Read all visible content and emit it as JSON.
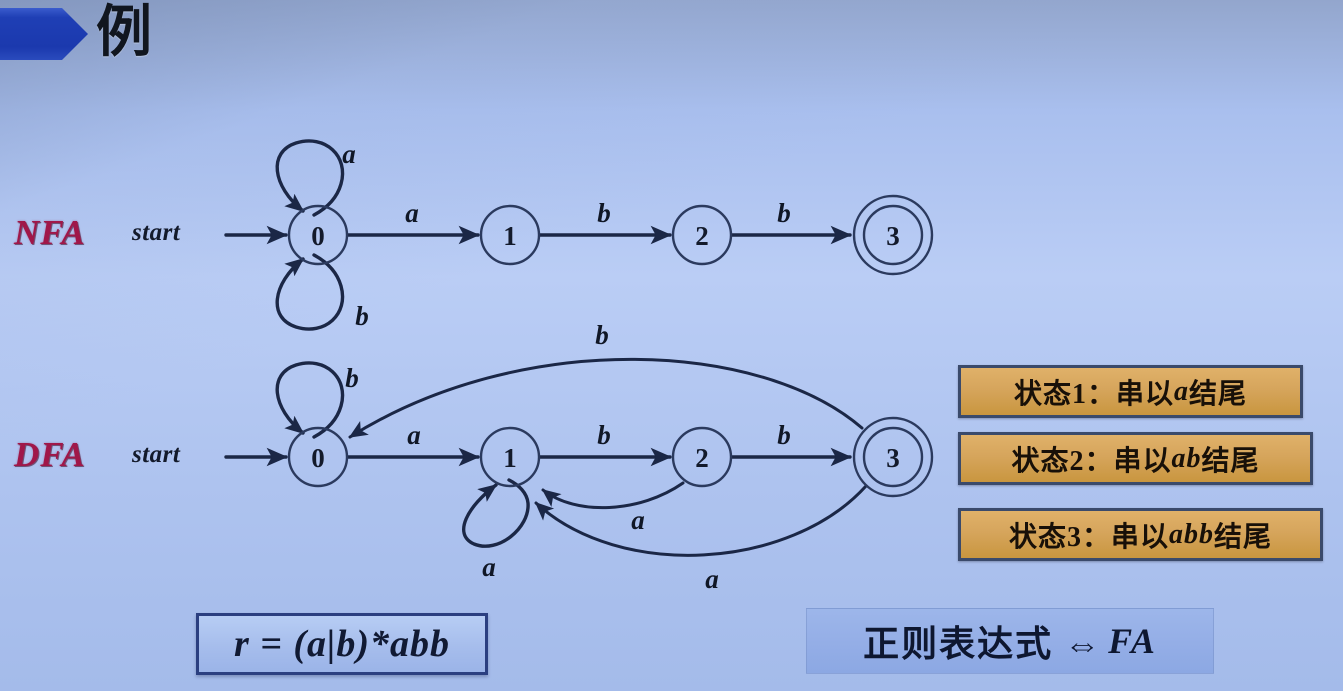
{
  "header": {
    "title": "例",
    "accent_color": "#1f3fb5"
  },
  "rows": {
    "nfa": {
      "label": "NFA",
      "start_label": "start",
      "label_color": "#a01749"
    },
    "dfa": {
      "label": "DFA",
      "start_label": "start",
      "label_color": "#a01749"
    }
  },
  "nfa": {
    "states": [
      {
        "id": "0",
        "label": "0",
        "accepting": false
      },
      {
        "id": "1",
        "label": "1",
        "accepting": false
      },
      {
        "id": "2",
        "label": "2",
        "accepting": false
      },
      {
        "id": "3",
        "label": "3",
        "accepting": true
      }
    ],
    "transitions": [
      {
        "from": "0",
        "to": "0",
        "symbol": "a"
      },
      {
        "from": "0",
        "to": "0",
        "symbol": "b"
      },
      {
        "from": "0",
        "to": "1",
        "symbol": "a"
      },
      {
        "from": "1",
        "to": "2",
        "symbol": "b"
      },
      {
        "from": "2",
        "to": "3",
        "symbol": "b"
      }
    ]
  },
  "dfa": {
    "states": [
      {
        "id": "0",
        "label": "0",
        "accepting": false
      },
      {
        "id": "1",
        "label": "1",
        "accepting": false
      },
      {
        "id": "2",
        "label": "2",
        "accepting": false
      },
      {
        "id": "3",
        "label": "3",
        "accepting": true
      }
    ],
    "transitions": [
      {
        "from": "0",
        "to": "0",
        "symbol": "b"
      },
      {
        "from": "0",
        "to": "1",
        "symbol": "a"
      },
      {
        "from": "1",
        "to": "1",
        "symbol": "a"
      },
      {
        "from": "1",
        "to": "2",
        "symbol": "b"
      },
      {
        "from": "2",
        "to": "1",
        "symbol": "a"
      },
      {
        "from": "2",
        "to": "3",
        "symbol": "b"
      },
      {
        "from": "3",
        "to": "1",
        "symbol": "a"
      },
      {
        "from": "3",
        "to": "0",
        "symbol": "b"
      }
    ]
  },
  "symbols": {
    "nfa_loop_a": "a",
    "nfa_loop_b": "b",
    "nfa_0_1": "a",
    "nfa_1_2": "b",
    "nfa_2_3": "b",
    "dfa_loop_b": "b",
    "dfa_0_1": "a",
    "dfa_1_loop_a": "a",
    "dfa_1_2": "b",
    "dfa_2_1": "a",
    "dfa_2_3": "b",
    "dfa_3_1": "a",
    "dfa_3_0": "b"
  },
  "legend": {
    "box_color": "#d6a55c",
    "items": [
      {
        "prefix": "状态1：",
        "text_before": "串以",
        "italic": "a",
        "text_after": "结尾"
      },
      {
        "prefix": "状态2：",
        "text_before": "串以",
        "italic": "ab",
        "text_after": "结尾"
      },
      {
        "prefix": "状态3：",
        "text_before": "串以",
        "italic": "abb",
        "text_after": "结尾"
      }
    ]
  },
  "bottom": {
    "regex": "r = (a|b)*abb",
    "regex_parts": {
      "lhs": "r",
      "eq": "=",
      "group": "(a|b)",
      "star": "*",
      "tail": "abb"
    },
    "conclusion": "正则表达式 ⇔ FA",
    "conclusion_parts": {
      "zh": "正则表达式 ⇔",
      "fa": "FA"
    }
  }
}
